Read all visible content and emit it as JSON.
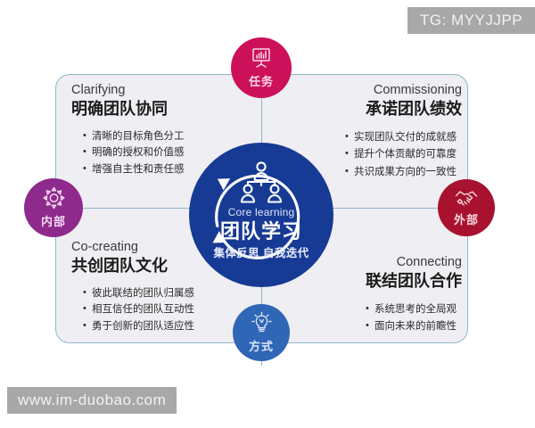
{
  "watermarks": {
    "top_right": "TG: MYYJJPP",
    "bottom_left": "www.im-duobao.com"
  },
  "core": {
    "english": "Core learning",
    "chinese": "团队学习",
    "subtitle": "集体反思 自我迭代",
    "icon": "team-hierarchy-icon",
    "cycle_icon": "circular-arrows-icon",
    "color": "#173a94"
  },
  "satellites": [
    {
      "key": "top",
      "label": "任务",
      "icon": "presentation-chart-icon",
      "color": "#cc1059",
      "position": "top"
    },
    {
      "key": "right",
      "label": "外部",
      "icon": "handshake-icon",
      "color": "#a8122f",
      "position": "right"
    },
    {
      "key": "bottom",
      "label": "方式",
      "icon": "lightbulb-icon",
      "color": "#2f66b5",
      "position": "bottom"
    },
    {
      "key": "left",
      "label": "内部",
      "icon": "gear-icon",
      "color": "#8e2a8c",
      "position": "left"
    }
  ],
  "quadrants": {
    "top_left": {
      "english": "Clarifying",
      "chinese": "明确团队协同",
      "bullets": [
        "清晰的目标角色分工",
        "明确的授权和价值感",
        "增强自主性和责任感"
      ]
    },
    "top_right": {
      "english": "Commissioning",
      "chinese": "承诺团队绩效",
      "bullets": [
        "实现团队交付的成就感",
        "提升个体贡献的可靠度",
        "共识成果方向的一致性"
      ]
    },
    "bottom_left": {
      "english": "Co-creating",
      "chinese": "共创团队文化",
      "bullets": [
        "彼此联结的团队归属感",
        "相互信任的团队互动性",
        "勇于创新的团队适应性"
      ]
    },
    "bottom_right": {
      "english": "Connecting",
      "chinese": "联结团队合作",
      "bullets": [
        "系统思考的全局观",
        "面向未来的前瞻性"
      ]
    }
  },
  "panel": {
    "border_color": "#8fb8c9",
    "fill_color": "#efeef2"
  }
}
